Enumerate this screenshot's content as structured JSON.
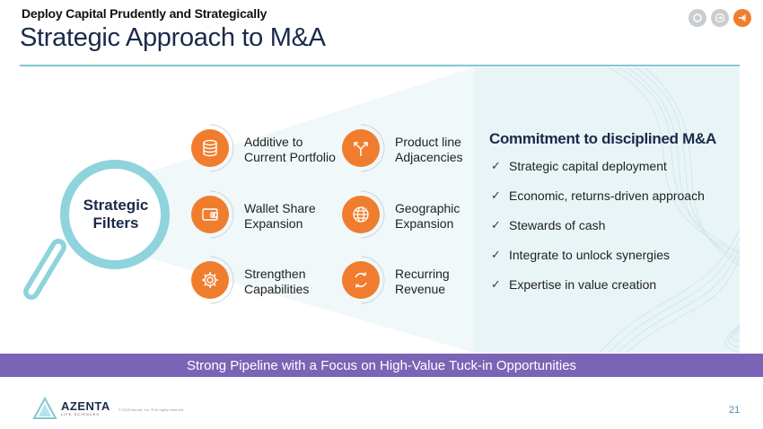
{
  "header": {
    "subtitle": "Deploy Capital Prudently and Strategically",
    "title": "Strategic Approach to M&A"
  },
  "nav_icons": [
    "home-icon",
    "forward-icon",
    "exit-icon"
  ],
  "colors": {
    "accent": "#f07d2e",
    "banner": "#7a64b6",
    "rule": "#7ec8d3",
    "panel": "#e9f4f6",
    "magnifier": "#8fd3dc"
  },
  "magnifier": {
    "line1": "Strategic",
    "line2": "Filters"
  },
  "filters": [
    {
      "icon": "database-icon",
      "line1": "Additive to",
      "line2": "Current Portfolio"
    },
    {
      "icon": "split-arrow-icon",
      "line1": "Product line",
      "line2": "Adjacencies"
    },
    {
      "icon": "wallet-icon",
      "line1": "Wallet Share",
      "line2": "Expansion"
    },
    {
      "icon": "globe-icon",
      "line1": "Geographic",
      "line2": "Expansion"
    },
    {
      "icon": "gear-icon",
      "line1": "Strengthen",
      "line2": "Capabilities"
    },
    {
      "icon": "recurring-icon",
      "line1": "Recurring",
      "line2": "Revenue"
    }
  ],
  "commitment": {
    "heading": "Commitment to disciplined M&A",
    "items": [
      "Strategic capital deployment",
      "Economic, returns-driven approach",
      "Stewards of cash",
      "Integrate to unlock synergies",
      "Expertise in value creation"
    ]
  },
  "banner": {
    "text": "Strong Pipeline with a Focus on High-Value Tuck-in Opportunities"
  },
  "footer": {
    "logo": "AZENTA",
    "logo_sub": "LIFE SCIENCES",
    "copyright": "© 2025 Azenta, Inc. ® All rights reserved",
    "page": "21"
  }
}
